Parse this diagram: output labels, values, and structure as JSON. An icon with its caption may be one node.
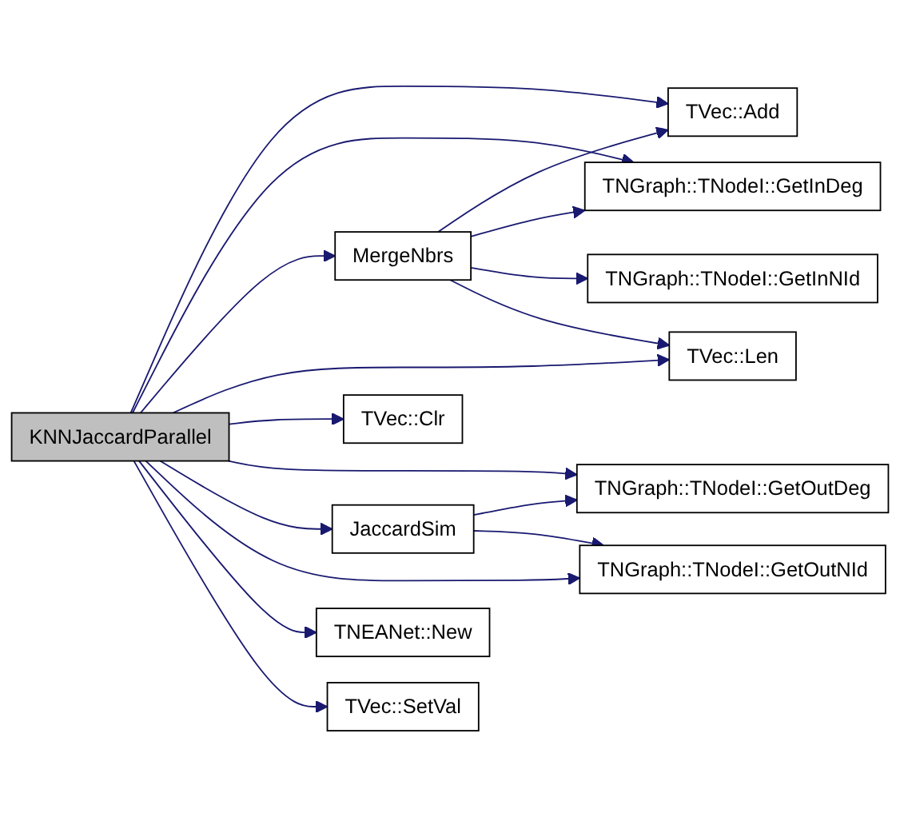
{
  "diagram": {
    "nodes": [
      {
        "text": [
          "KNNJaccardParallel"
        ]
      },
      {
        "text": [
          "TVec::Add"
        ]
      },
      {
        "text": [
          "TNGraph::TNodeI::GetInDeg"
        ]
      },
      {
        "text": [
          "MergeNbrs"
        ]
      },
      {
        "text": [
          "TNGraph::TNodeI::GetInNId"
        ]
      },
      {
        "text": [
          "TVec::Len"
        ]
      },
      {
        "text": [
          "TVec::Clr"
        ]
      },
      {
        "text": [
          "TNGraph::TNodeI::GetOutDeg"
        ]
      },
      {
        "text": [
          "JaccardSim"
        ]
      },
      {
        "text": [
          "TNGraph::TNodeI::GetOutNId"
        ]
      },
      {
        "text": [
          "TNEANet::New"
        ]
      },
      {
        "text": [
          "TVec::SetVal"
        ]
      }
    ],
    "edges": [
      {
        "from": 0,
        "to": 1,
        "arrow": "to"
      },
      {
        "from": 0,
        "to": 2,
        "arrow": "to"
      },
      {
        "from": 0,
        "to": 3,
        "arrow": "to"
      },
      {
        "from": 0,
        "to": 5,
        "arrow": "to"
      },
      {
        "from": 0,
        "to": 6,
        "arrow": "to"
      },
      {
        "from": 0,
        "to": 7,
        "arrow": "to"
      },
      {
        "from": 0,
        "to": 8,
        "arrow": "to"
      },
      {
        "from": 0,
        "to": 9,
        "arrow": "to"
      },
      {
        "from": 0,
        "to": 10,
        "arrow": "to"
      },
      {
        "from": 0,
        "to": 11,
        "arrow": "to"
      },
      {
        "from": 3,
        "to": 1,
        "arrow": "to"
      },
      {
        "from": 3,
        "to": 2,
        "arrow": "to"
      },
      {
        "from": 3,
        "to": 4,
        "arrow": "to"
      },
      {
        "from": 3,
        "to": 5,
        "arrow": "to"
      },
      {
        "from": 8,
        "to": 7,
        "arrow": "to"
      },
      {
        "from": 8,
        "to": 9,
        "arrow": "to"
      }
    ]
  }
}
